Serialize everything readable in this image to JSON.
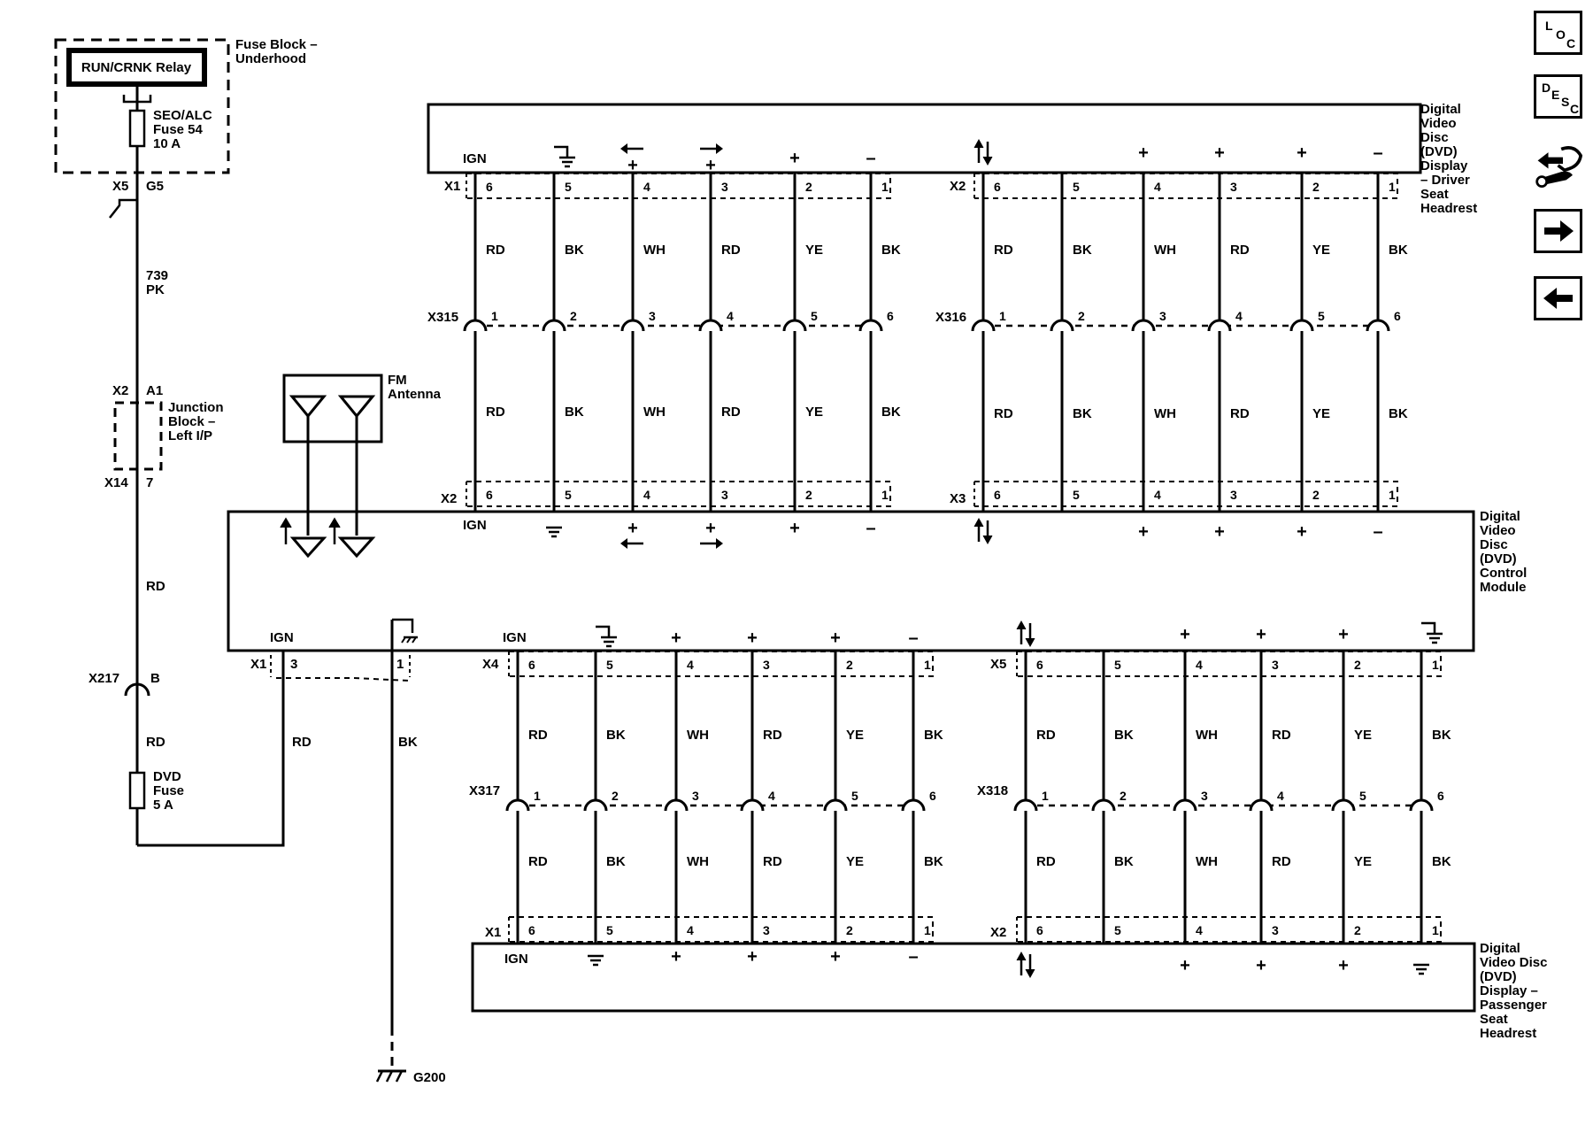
{
  "left_circuit": {
    "fuse_block_title": "Fuse Block –",
    "fuse_block_sub": "Underhood",
    "relay_label": "RUN/CRNK Relay",
    "fuse54_line1": "SEO/ALC",
    "fuse54_line2": "Fuse 54",
    "fuse54_line3": "10 A",
    "conn_x5": "X5",
    "pin_g5": "G5",
    "wire_739": "739",
    "wire_pk": "PK",
    "conn_x2": "X2",
    "pin_a1": "A1",
    "junction_line1": "Junction",
    "junction_line2": "Block –",
    "junction_line3": "Left I/P",
    "conn_x14": "X14",
    "pin_7": "7",
    "wire_rd1": "RD",
    "conn_x217": "X217",
    "pin_b": "B",
    "wire_rd2": "RD",
    "dvd_fuse_line1": "DVD",
    "dvd_fuse_line2": "Fuse",
    "dvd_fuse_line3": "5 A"
  },
  "antenna": {
    "line1": "FM",
    "line2": "Antenna"
  },
  "driver_display": {
    "line1": "Digital",
    "line2": "Video",
    "line3": "Disc",
    "line4": "(DVD)",
    "line5": "Display",
    "line6": "– Driver",
    "line7": "Seat",
    "line8": "Headrest"
  },
  "control_module": {
    "line1": "Digital",
    "line2": "Video",
    "line3": "Disc",
    "line4": "(DVD)",
    "line5": "Control",
    "line6": "Module",
    "ign_top": "IGN",
    "ign_x1": "IGN",
    "ign_x4": "IGN",
    "x1_conn": "X1",
    "x1_pin3": "3",
    "x1_pin1": "1",
    "x1_wire_rd": "RD",
    "x1_wire_bk": "BK"
  },
  "passenger_display": {
    "line1": "Digital",
    "line2": "Video Disc",
    "line3": "(DVD)",
    "line4": "Display –",
    "line5": "Passenger",
    "line6": "Seat",
    "line7": "Headrest",
    "ign": "IGN"
  },
  "ground": {
    "label": "G200"
  },
  "connectors": {
    "top_left": "X1",
    "top_right": "X2",
    "mid_top_left": "X315",
    "mid_top_right": "X316",
    "cm_top_left": "X2",
    "cm_top_right": "X3",
    "cm_bot_left": "X4",
    "cm_bot_right": "X5",
    "mid_bot_left": "X317",
    "mid_bot_right": "X318",
    "bot_left": "X1",
    "bot_right": "X2",
    "ign_driver": "IGN"
  },
  "pins_desc": [
    "6",
    "5",
    "4",
    "3",
    "2",
    "1"
  ],
  "pins_asc": [
    "1",
    "2",
    "3",
    "4",
    "5",
    "6"
  ],
  "wire_colors": [
    "RD",
    "BK",
    "WH",
    "RD",
    "YE",
    "BK"
  ],
  "nav": {
    "loc_1": "L",
    "loc_2": "O",
    "loc_3": "C",
    "desc_1": "D",
    "desc_2": "E",
    "desc_3": "S",
    "desc_4": "C"
  }
}
